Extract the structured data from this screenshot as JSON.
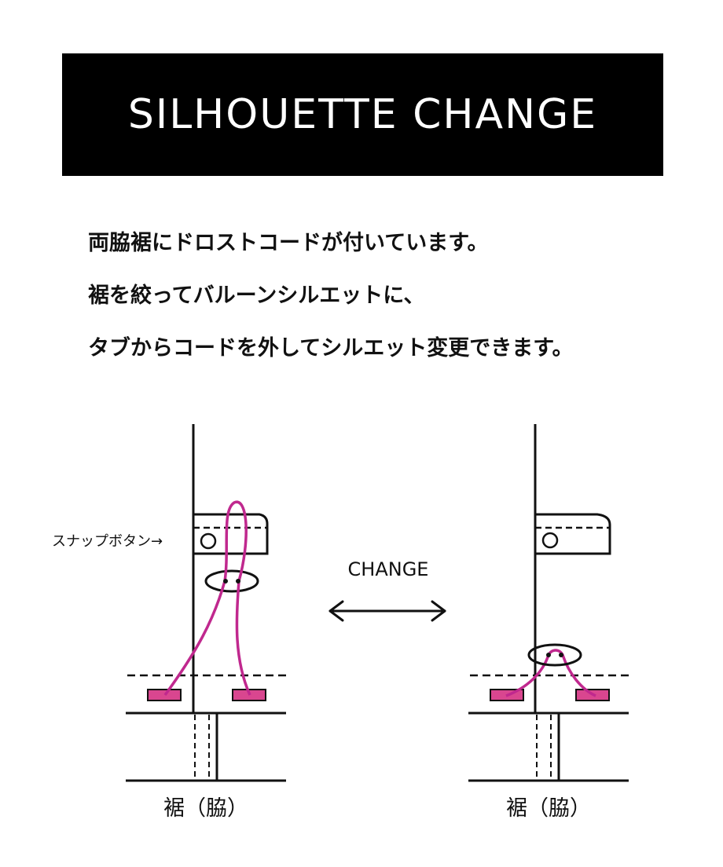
{
  "header": {
    "title": "SILHOUETTE CHANGE",
    "background": "#000000",
    "text_color": "#ffffff"
  },
  "description": {
    "lines": [
      "両脇裾にドロストコードが付いています。",
      "裾を絞ってバルーンシルエットに、",
      "タブからコードを外してシルエット変更できます。"
    ]
  },
  "diagram": {
    "snap_button_label": "スナップボタン→",
    "change_label": "CHANGE",
    "left_caption": "裾（脇）",
    "right_caption": "裾（脇）",
    "cord_color": "#c0288e",
    "tab_color": "#d9468f",
    "icons": [
      "double-arrow-icon",
      "snap-button-icon",
      "cord-stopper-icon"
    ]
  }
}
